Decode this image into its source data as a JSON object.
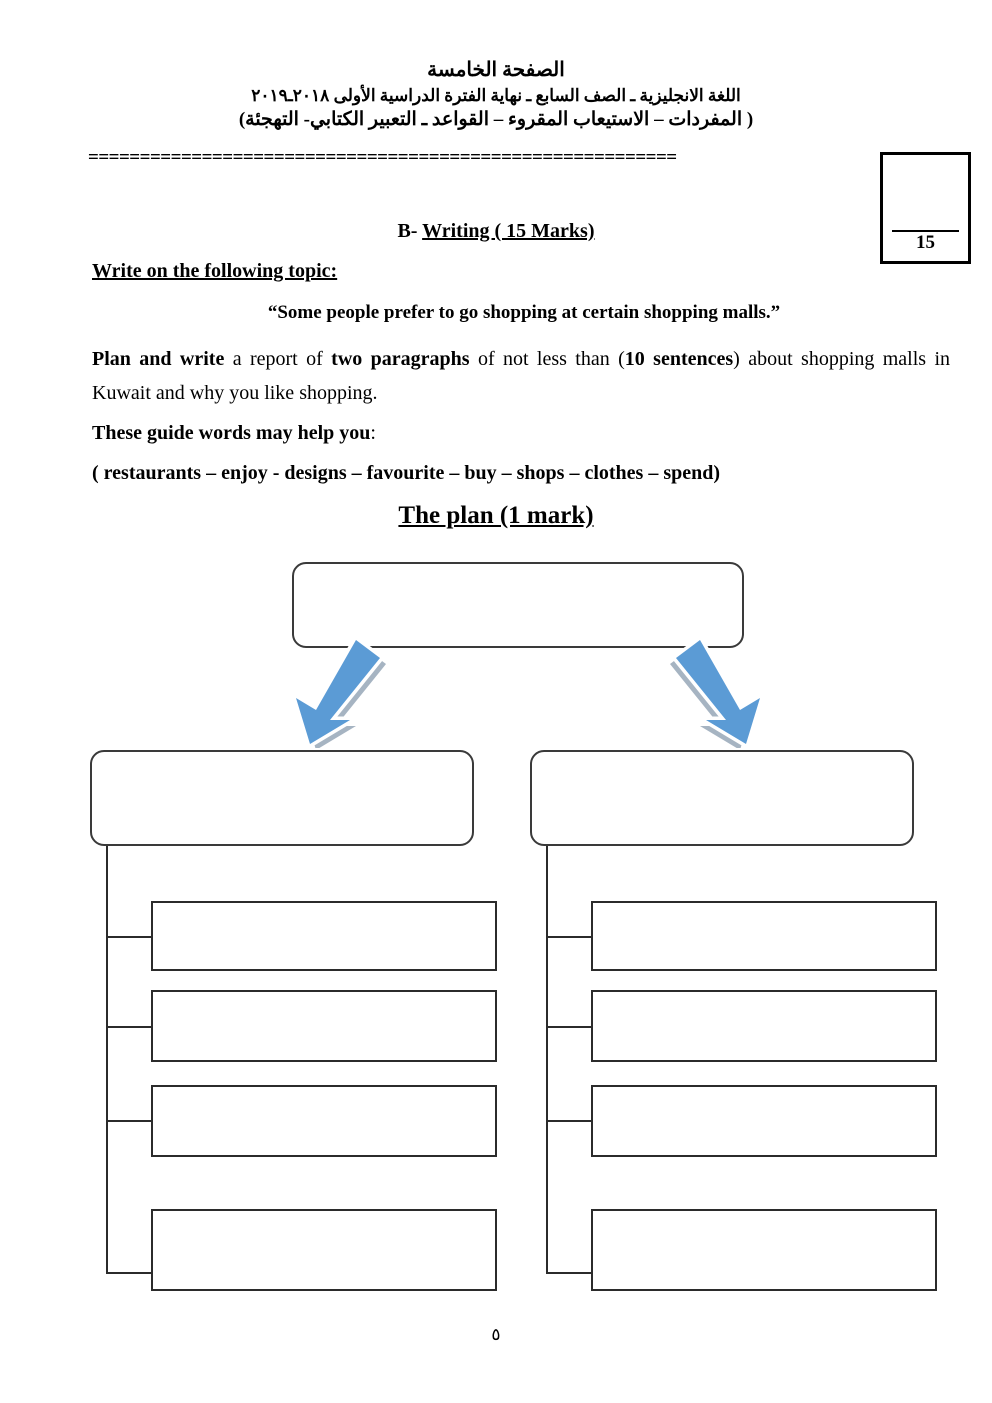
{
  "header": {
    "page_label": "الصفحة الخامسة",
    "subject_line": "اللغة الانجليزية ـ الصف السابع ـ نهاية الفترة الدراسية الأولى  ٢٠١٨ـ٢٠١٩",
    "skills_line": "( المفردات – الاستيعاب المقروء – القواعد ـ التعبير الكتابي- التهجئة)",
    "separator": "========================================================="
  },
  "marks_box": {
    "value": "15"
  },
  "section": {
    "label_prefix": "B- ",
    "label_underlined": "Writing ( 15 Marks)",
    "instruction": "Write on the following topic:",
    "topic_quote": "“Some people prefer to go shopping at certain shopping malls.”"
  },
  "prompt": {
    "bold_1": "Plan and write",
    "text_1": " a report of ",
    "bold_2": "two paragraphs",
    "text_2": " of not less than (",
    "bold_3": "10 sentences",
    "text_3": ") about shopping malls in Kuwait and why you like shopping."
  },
  "guide": {
    "label_bold": "These guide words may help you",
    "label_colon": ":",
    "words_line": "( restaurants – enjoy - designs – favourite – buy – shops – clothes – spend)"
  },
  "plan": {
    "title": "The plan (1 mark)",
    "topic_box": "",
    "paragraph_boxes": [
      {
        "heading": "",
        "details": [
          "",
          "",
          "",
          ""
        ]
      },
      {
        "heading": "",
        "details": [
          "",
          "",
          "",
          ""
        ]
      }
    ]
  },
  "colors": {
    "arrow_fill": "#5B9BD5",
    "arrow_outline": "#FFFFFF",
    "arrow_shadow": "#A6B4C2",
    "box_border": "#2B2B2B",
    "rounded_border": "#3A3A3A"
  },
  "footer": {
    "page_number": "٥"
  }
}
